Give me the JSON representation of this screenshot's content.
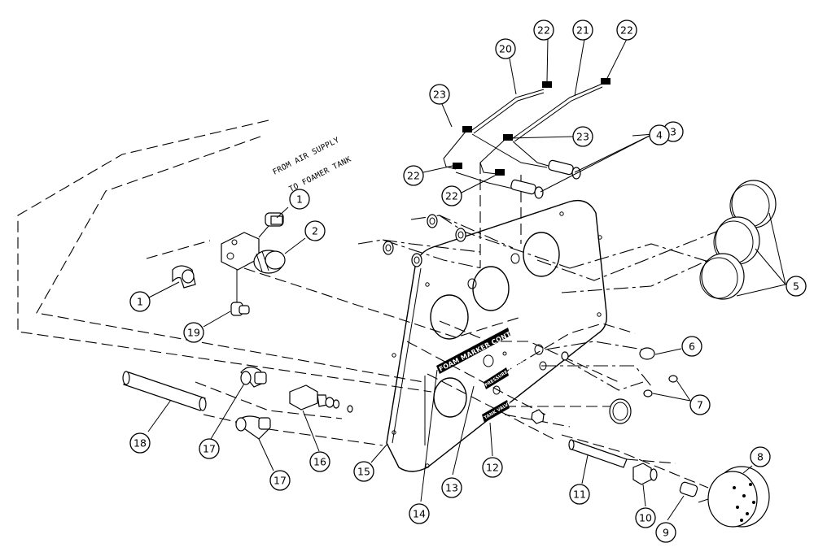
{
  "notes": {
    "air_supply": "FROM AIR SUPPLY",
    "foamer_tank": "TO FOAMER TANK"
  },
  "panel_labels": {
    "title": "FOAM MARKER CONTROLS",
    "pressure": "PRESSURE ADJUST",
    "tank": "TANK VALVE"
  },
  "callouts": [
    {
      "id": "c1a",
      "label": "1"
    },
    {
      "id": "c1b",
      "label": "1"
    },
    {
      "id": "c2",
      "label": "2"
    },
    {
      "id": "c3",
      "label": "3"
    },
    {
      "id": "c4",
      "label": "4"
    },
    {
      "id": "c5",
      "label": "5"
    },
    {
      "id": "c6",
      "label": "6"
    },
    {
      "id": "c7",
      "label": "7"
    },
    {
      "id": "c8",
      "label": "8"
    },
    {
      "id": "c9",
      "label": "9"
    },
    {
      "id": "c10",
      "label": "10"
    },
    {
      "id": "c11",
      "label": "11"
    },
    {
      "id": "c12",
      "label": "12"
    },
    {
      "id": "c13",
      "label": "13"
    },
    {
      "id": "c14",
      "label": "14"
    },
    {
      "id": "c15",
      "label": "15"
    },
    {
      "id": "c16",
      "label": "16"
    },
    {
      "id": "c17a",
      "label": "17"
    },
    {
      "id": "c17b",
      "label": "17"
    },
    {
      "id": "c18",
      "label": "18"
    },
    {
      "id": "c19",
      "label": "19"
    },
    {
      "id": "c20",
      "label": "20"
    },
    {
      "id": "c21",
      "label": "21"
    },
    {
      "id": "c22a",
      "label": "22"
    },
    {
      "id": "c22b",
      "label": "22"
    },
    {
      "id": "c22c",
      "label": "22"
    },
    {
      "id": "c22d",
      "label": "22"
    },
    {
      "id": "c23a",
      "label": "23"
    },
    {
      "id": "c23b",
      "label": "23"
    }
  ]
}
